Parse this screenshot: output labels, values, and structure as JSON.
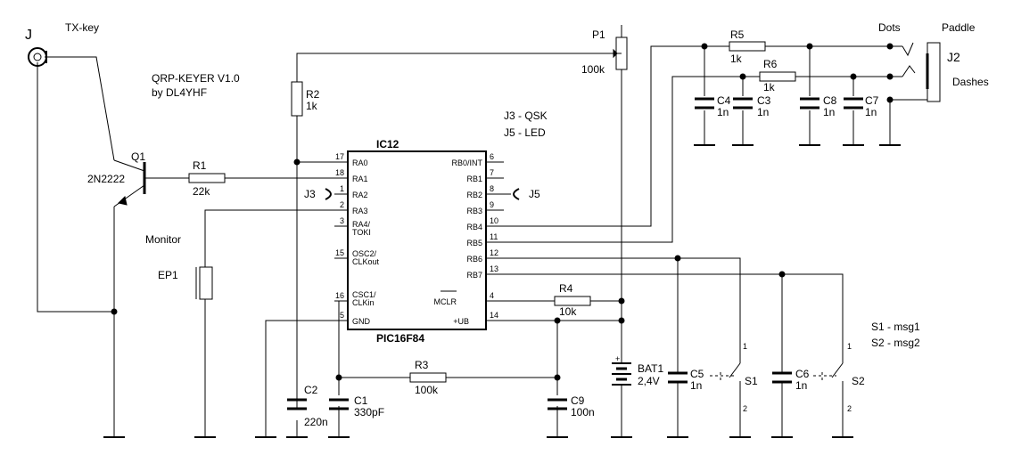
{
  "title": {
    "line1": "QRP-KEYER V1.0",
    "line2": "by DL4YHF"
  },
  "notes": {
    "qsk": "J3 - QSK",
    "led": "J5 - LED",
    "s1": "S1 - msg1",
    "s2": "S2 - msg2"
  },
  "labels": {
    "j": "J",
    "txkey": "TX-key",
    "q1": "Q1",
    "q1_type": "2N2222",
    "r1": "R1",
    "r1_val": "22k",
    "r2": "R2",
    "r2_val": "1k",
    "r3": "R3",
    "r3_val": "100k",
    "r4": "R4",
    "r4_val": "10k",
    "r5": "R5",
    "r5_val": "1k",
    "r6": "R6",
    "r6_val": "1k",
    "p1": "P1",
    "p1_val": "100k",
    "c1": "C1",
    "c1_val": "330pF",
    "c2": "C2",
    "c2_val": "220n",
    "c3": "C3",
    "c3_val": "1n",
    "c4": "C4",
    "c4_val": "1n",
    "c5": "C5",
    "c5_val": "1n",
    "c6": "C6",
    "c6_val": "1n",
    "c7": "C7",
    "c7_val": "1n",
    "c8": "C8",
    "c8_val": "1n",
    "c9": "C9",
    "c9_val": "100n",
    "bat1": "BAT1",
    "bat1_val": "2,4V",
    "bat_plus": "+",
    "j3": "J3",
    "j5": "J5",
    "j2": "J2",
    "ep1": "EP1",
    "monitor": "Monitor",
    "dots": "Dots",
    "dashes": "Dashes",
    "paddle": "Paddle",
    "s1": "S1",
    "s2": "S2",
    "s_pin1": "1",
    "s_pin2": "2"
  },
  "ic": {
    "ref": "IC12",
    "part": "PIC16F84",
    "left_pins": [
      {
        "num": "17",
        "name": "RA0"
      },
      {
        "num": "18",
        "name": "RA1"
      },
      {
        "num": "1",
        "name": "RA2"
      },
      {
        "num": "2",
        "name": "RA3"
      },
      {
        "num": "3",
        "name": "RA4/",
        "name2": "TOKI"
      },
      {
        "num": "15",
        "name": "OSC2/",
        "name2": "CLKout"
      },
      {
        "num": "16",
        "name": "CSC1/",
        "name2": "CLKin"
      },
      {
        "num": "5",
        "name": "GND"
      }
    ],
    "right_pins": [
      {
        "num": "6",
        "name": "RB0/INT"
      },
      {
        "num": "7",
        "name": "RB1"
      },
      {
        "num": "8",
        "name": "RB2"
      },
      {
        "num": "9",
        "name": "RB3"
      },
      {
        "num": "10",
        "name": "RB4"
      },
      {
        "num": "11",
        "name": "RB5"
      },
      {
        "num": "12",
        "name": "RB6"
      },
      {
        "num": "13",
        "name": "RB7"
      },
      {
        "num": "4",
        "name": "MCLR"
      },
      {
        "num": "14",
        "name": "+UB"
      }
    ]
  }
}
